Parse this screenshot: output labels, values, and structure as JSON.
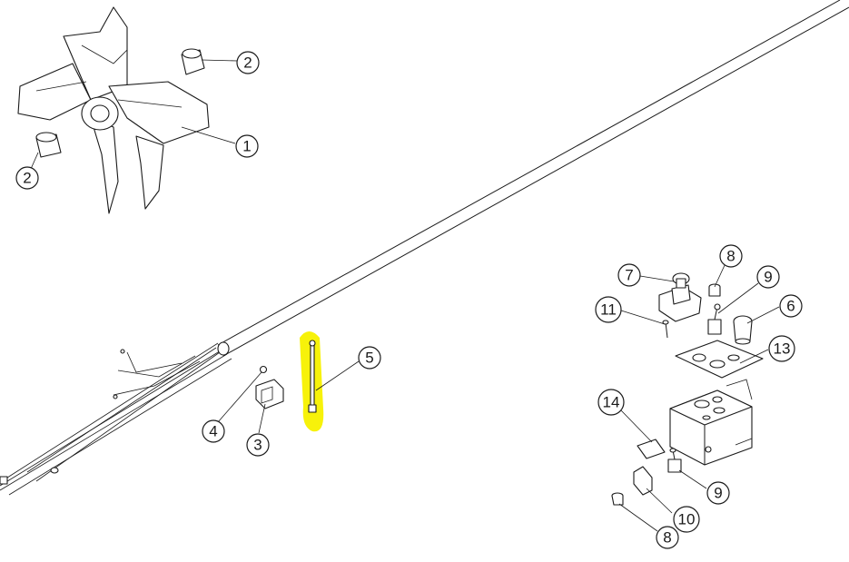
{
  "highlight_color": "#f7f20a",
  "callouts": [
    {
      "id": "c1a",
      "label": "1"
    },
    {
      "id": "c2a",
      "label": "2"
    },
    {
      "id": "c2b",
      "label": "2"
    },
    {
      "id": "c3",
      "label": "3"
    },
    {
      "id": "c4",
      "label": "4"
    },
    {
      "id": "c5",
      "label": "5"
    },
    {
      "id": "c6",
      "label": "6"
    },
    {
      "id": "c7",
      "label": "7"
    },
    {
      "id": "c8a",
      "label": "8"
    },
    {
      "id": "c8b",
      "label": "8"
    },
    {
      "id": "c9a",
      "label": "9"
    },
    {
      "id": "c9b",
      "label": "9"
    },
    {
      "id": "c10",
      "label": "10"
    },
    {
      "id": "c11",
      "label": "11"
    },
    {
      "id": "c13",
      "label": "13"
    },
    {
      "id": "c14",
      "label": "14"
    }
  ],
  "highlighted_part": "5"
}
